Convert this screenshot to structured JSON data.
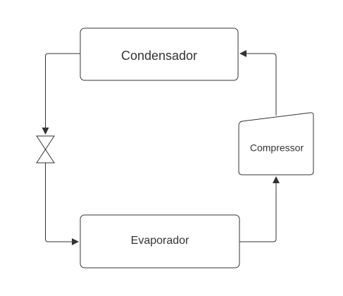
{
  "diagram": {
    "nodes": {
      "condenser": {
        "label": "Condensador"
      },
      "compressor": {
        "label": "Compressor"
      },
      "evaporator": {
        "label": "Evaporador"
      }
    },
    "stroke_color": "#333333",
    "fill_color": "#ffffff",
    "flow": [
      "compressor",
      "condenser",
      "expansion-valve",
      "evaporator",
      "compressor"
    ]
  }
}
